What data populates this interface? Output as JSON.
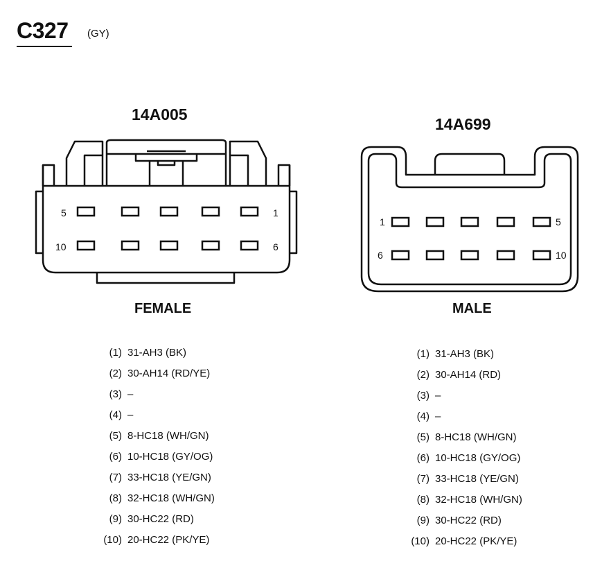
{
  "connector": {
    "id": "C327",
    "color_code": "(GY)"
  },
  "female": {
    "part_number": "14A005",
    "label": "FEMALE",
    "pin_labels": {
      "top_left": "5",
      "top_right": "1",
      "bottom_left": "10",
      "bottom_right": "6"
    },
    "pins": [
      {
        "index": "(1)",
        "circuit": "31-AH3 (BK)"
      },
      {
        "index": "(2)",
        "circuit": "30-AH14 (RD/YE)"
      },
      {
        "index": "(3)",
        "circuit": "–"
      },
      {
        "index": "(4)",
        "circuit": "–"
      },
      {
        "index": "(5)",
        "circuit": "8-HC18 (WH/GN)"
      },
      {
        "index": "(6)",
        "circuit": "10-HC18 (GY/OG)"
      },
      {
        "index": "(7)",
        "circuit": "33-HC18 (YE/GN)"
      },
      {
        "index": "(8)",
        "circuit": "32-HC18 (WH/GN)"
      },
      {
        "index": "(9)",
        "circuit": "30-HC22 (RD)"
      },
      {
        "index": "(10)",
        "circuit": "20-HC22 (PK/YE)"
      }
    ]
  },
  "male": {
    "part_number": "14A699",
    "label": "MALE",
    "pin_labels": {
      "top_left": "1",
      "top_right": "5",
      "bottom_left": "6",
      "bottom_right": "10"
    },
    "pins": [
      {
        "index": "(1)",
        "circuit": "31-AH3 (BK)"
      },
      {
        "index": "(2)",
        "circuit": "30-AH14 (RD)"
      },
      {
        "index": "(3)",
        "circuit": "–"
      },
      {
        "index": "(4)",
        "circuit": "–"
      },
      {
        "index": "(5)",
        "circuit": "8-HC18 (WH/GN)"
      },
      {
        "index": "(6)",
        "circuit": "10-HC18 (GY/OG)"
      },
      {
        "index": "(7)",
        "circuit": "33-HC18 (YE/GN)"
      },
      {
        "index": "(8)",
        "circuit": "32-HC18 (WH/GN)"
      },
      {
        "index": "(9)",
        "circuit": "30-HC22 (RD)"
      },
      {
        "index": "(10)",
        "circuit": "20-HC22 (PK/YE)"
      }
    ]
  }
}
